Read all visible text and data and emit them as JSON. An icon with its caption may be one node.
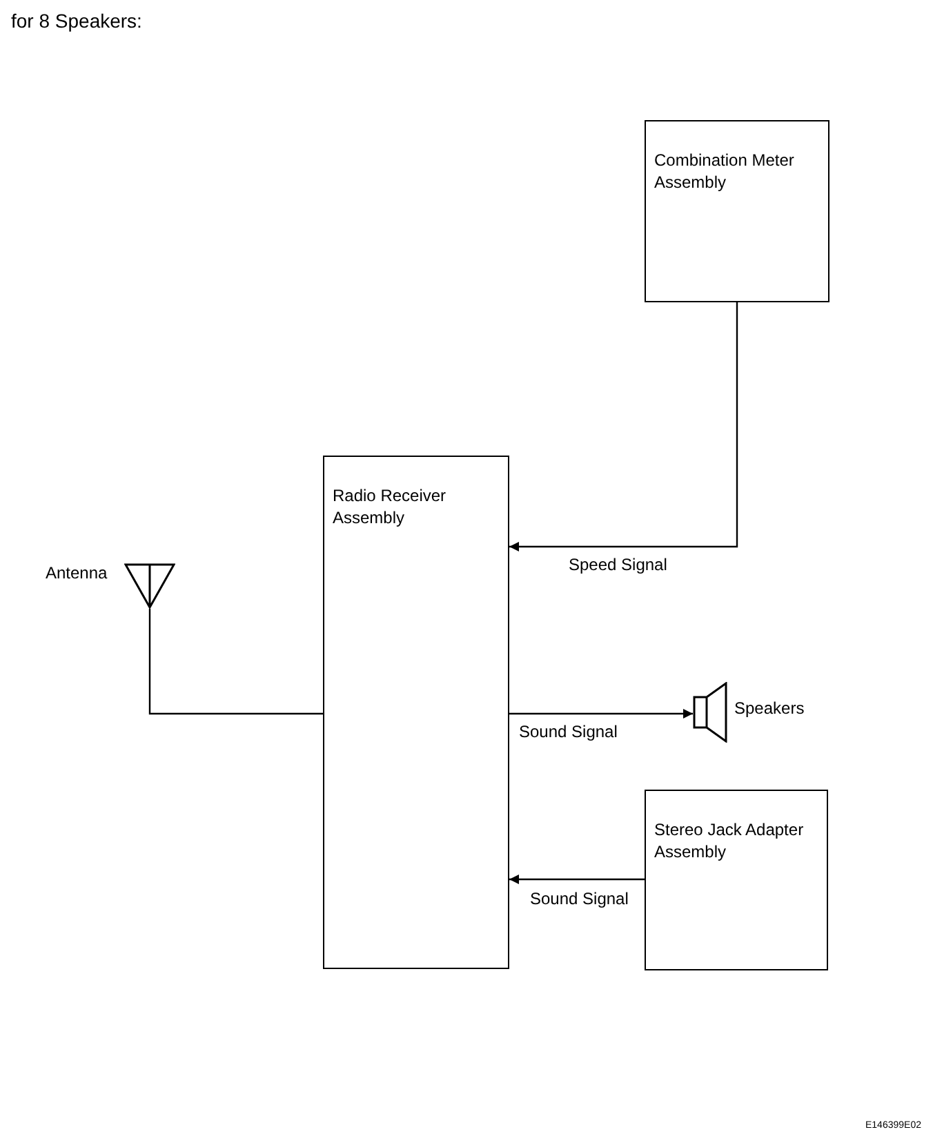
{
  "diagram": {
    "nodes": [
      {
        "text": [
          "Combination Meter Assembly"
        ]
      },
      {
        "text": [
          "Radio Receiver Assembly"
        ]
      },
      {
        "text": [],
        "shape": "antenna",
        "beside": [
          "Antenna"
        ]
      },
      {
        "text": [],
        "shape": "speaker",
        "beside": [
          "Speakers"
        ]
      },
      {
        "text": [
          "Stereo Jack Adapter Assembly"
        ]
      }
    ],
    "edges": [
      {
        "from": 0,
        "to": 1,
        "arrow": "to",
        "label": "Speed Signal"
      },
      {
        "from": 2,
        "to": 1,
        "arrow": "none"
      },
      {
        "from": 1,
        "to": 3,
        "arrow": "to",
        "label": "Sound Signal"
      },
      {
        "from": 4,
        "to": 1,
        "arrow": "to",
        "label": "Sound Signal"
      }
    ],
    "labels": [
      "for 8 Speakers:",
      "E146399E02"
    ]
  }
}
